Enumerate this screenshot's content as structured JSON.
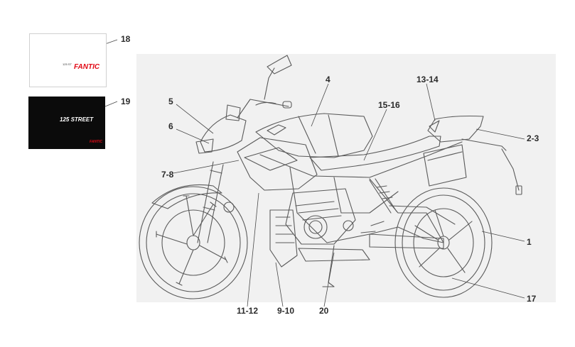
{
  "callouts": {
    "c1": "1",
    "c2_3": "2-3",
    "c4": "4",
    "c5": "5",
    "c6": "6",
    "c7_8": "7-8",
    "c9_10": "9-10",
    "c11_12": "11-12",
    "c13_14": "13-14",
    "c15_16": "15-16",
    "c17": "17",
    "c18": "18",
    "c19": "19",
    "c20": "20"
  },
  "manual_a": {
    "brand": "FANTIC",
    "model": "125 ST"
  },
  "manual_b": {
    "model": "125 STREET",
    "brand": "FANTIC"
  },
  "colors": {
    "background": "#ffffff",
    "panel": "#f1f1f1",
    "line_art": "#5a5a5a",
    "leader": "#4a4a4a",
    "brand_red": "#e20a16",
    "manual_dark": "#0b0b0b"
  }
}
